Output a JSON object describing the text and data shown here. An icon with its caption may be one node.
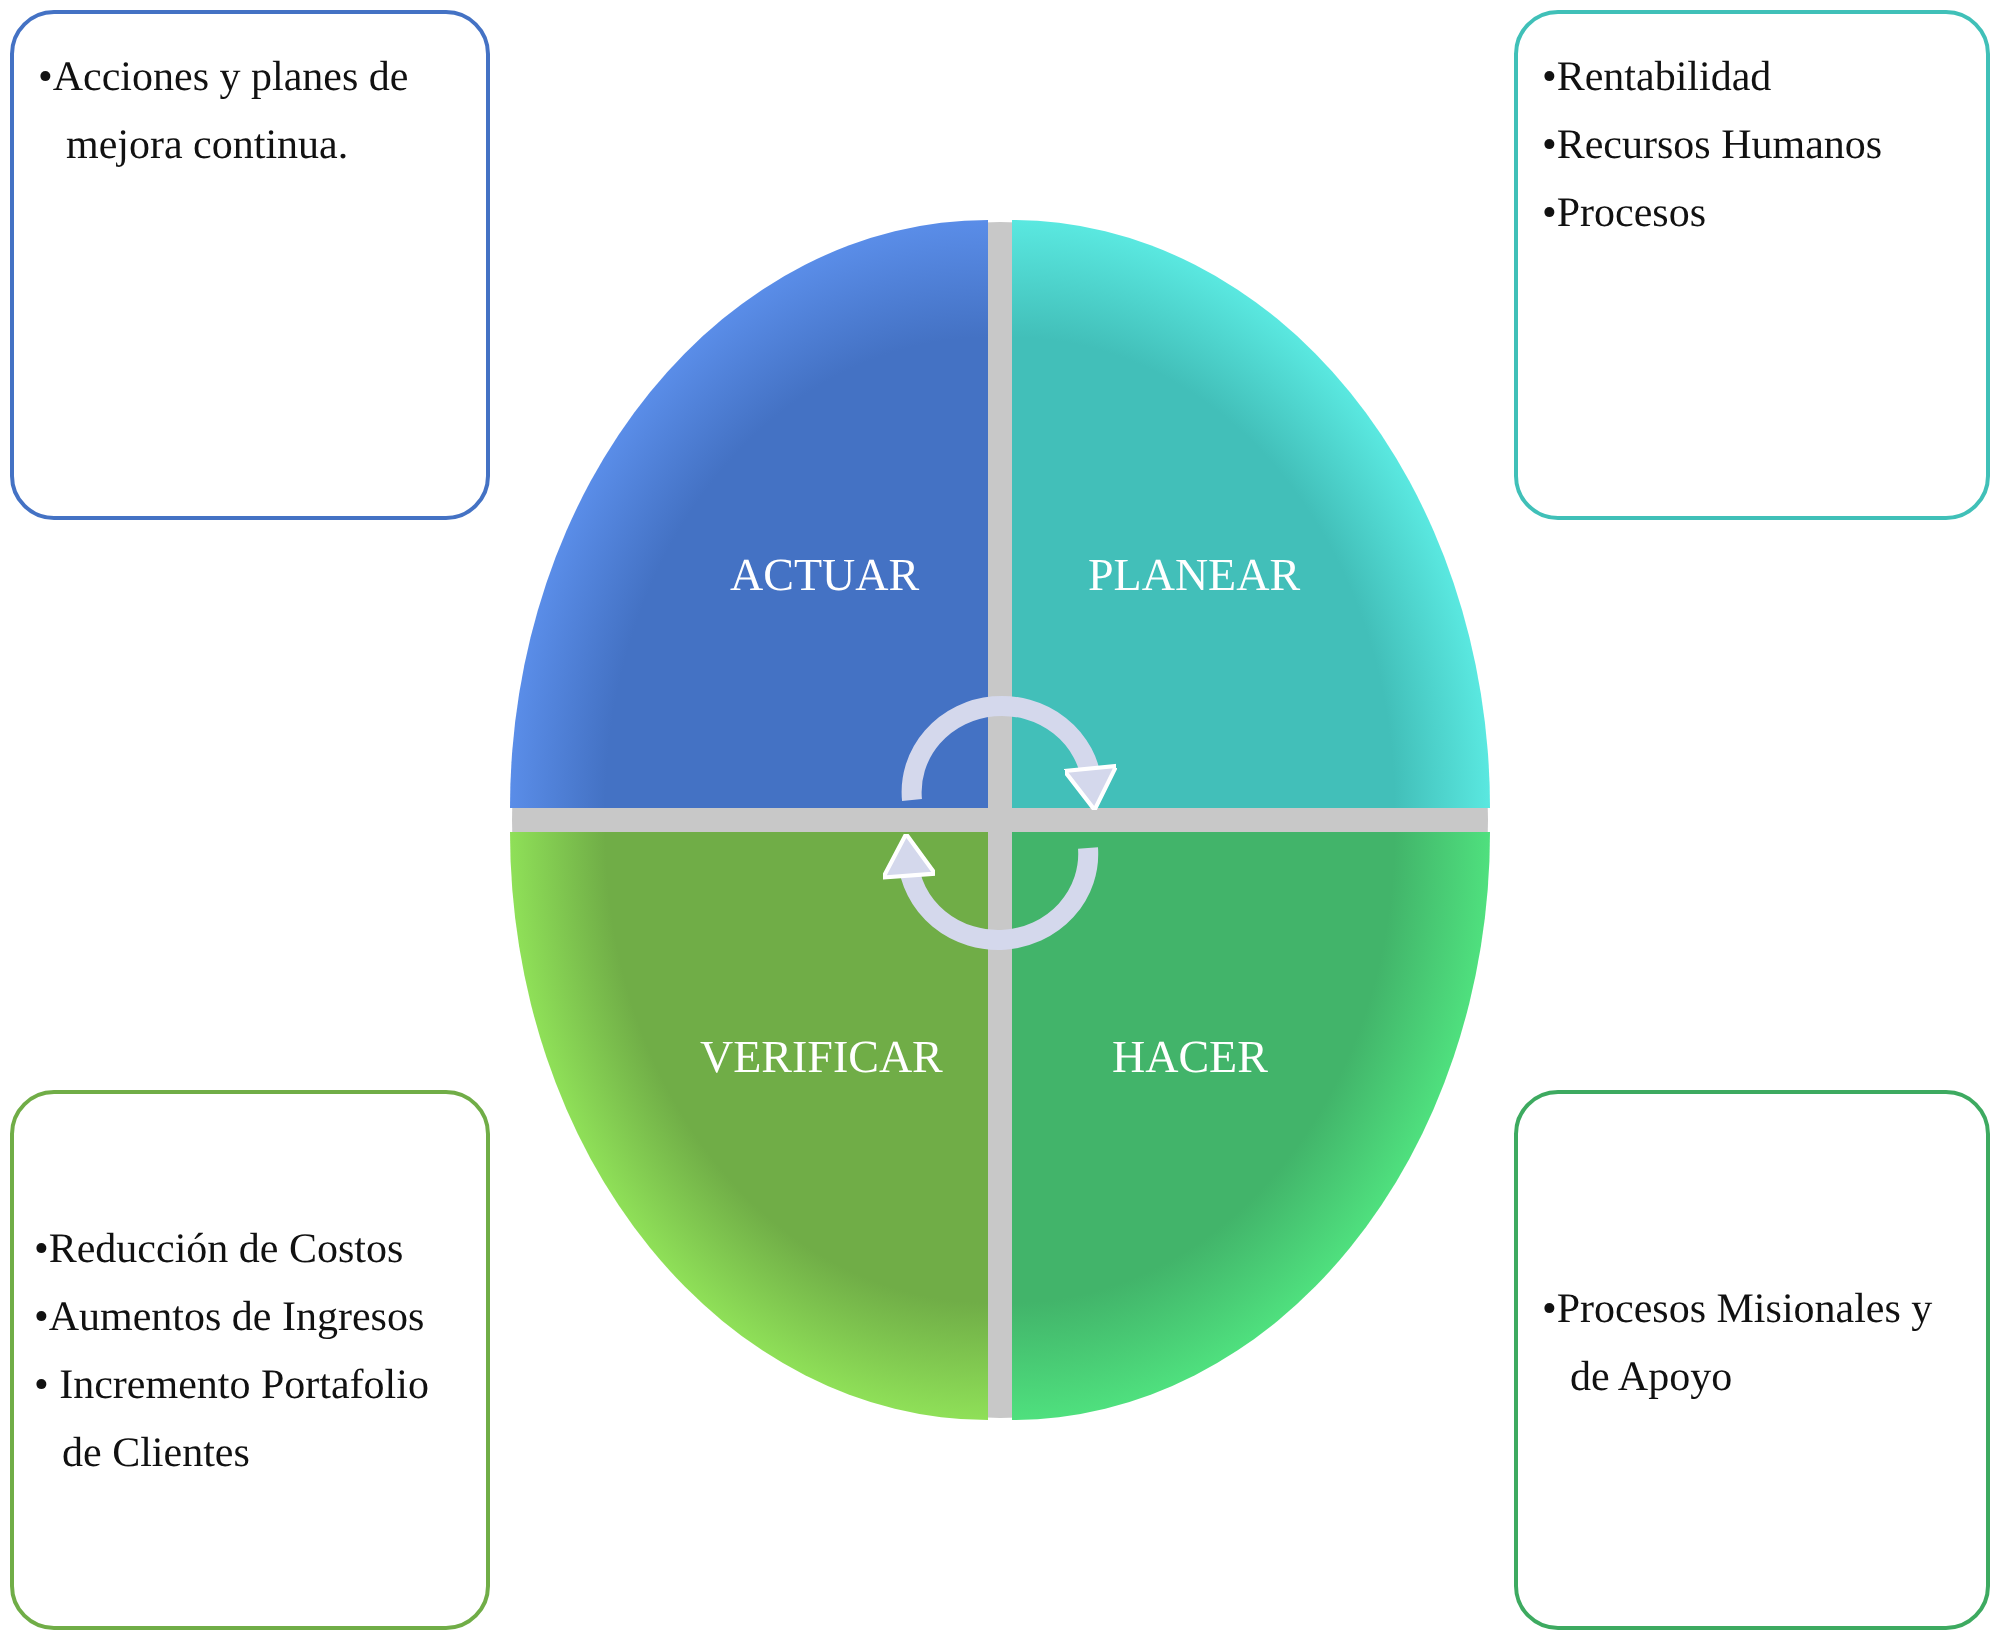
{
  "diagram": {
    "nodes": [
      {
        "text": [
          "•Acciones y planes de mejora continua."
        ]
      },
      {
        "text": [
          "•Rentabilidad",
          "•Recursos Humanos",
          "•Procesos"
        ]
      },
      {
        "text": [
          "•Reducción de Costos",
          "•Aumentos de Ingresos",
          "• Incremento Portafolio de Clientes"
        ]
      },
      {
        "text": [
          "•Procesos Misionales y de Apoyo"
        ]
      },
      {
        "text": [
          "ACTUAR"
        ]
      },
      {
        "text": [
          "PLANEAR"
        ]
      },
      {
        "text": [
          "VERIFICAR"
        ]
      },
      {
        "text": [
          "HACER"
        ]
      }
    ],
    "edges": [
      {
        "from": 4,
        "to": 5,
        "arrow": "to"
      },
      {
        "from": 7,
        "to": 6,
        "arrow": "to"
      }
    ]
  }
}
